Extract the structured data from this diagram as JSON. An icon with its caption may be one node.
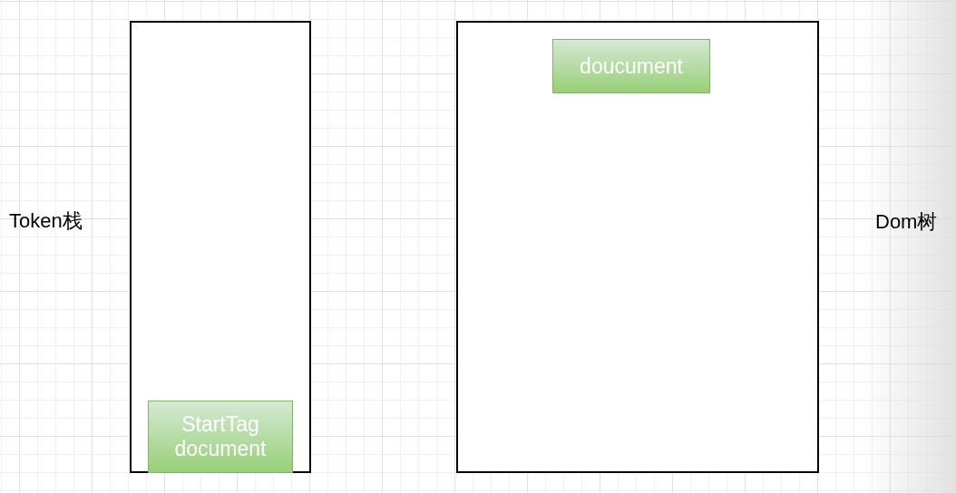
{
  "diagram": {
    "nodes": [
      {
        "text": [],
        "shape": "box",
        "beside": [
          "Token栈"
        ]
      },
      {
        "text": [
          "StartTag document"
        ],
        "in": 0
      },
      {
        "text": [],
        "shape": "box",
        "beside": [
          "Dom树"
        ]
      },
      {
        "text": [
          "doucument"
        ],
        "in": 2
      }
    ]
  }
}
